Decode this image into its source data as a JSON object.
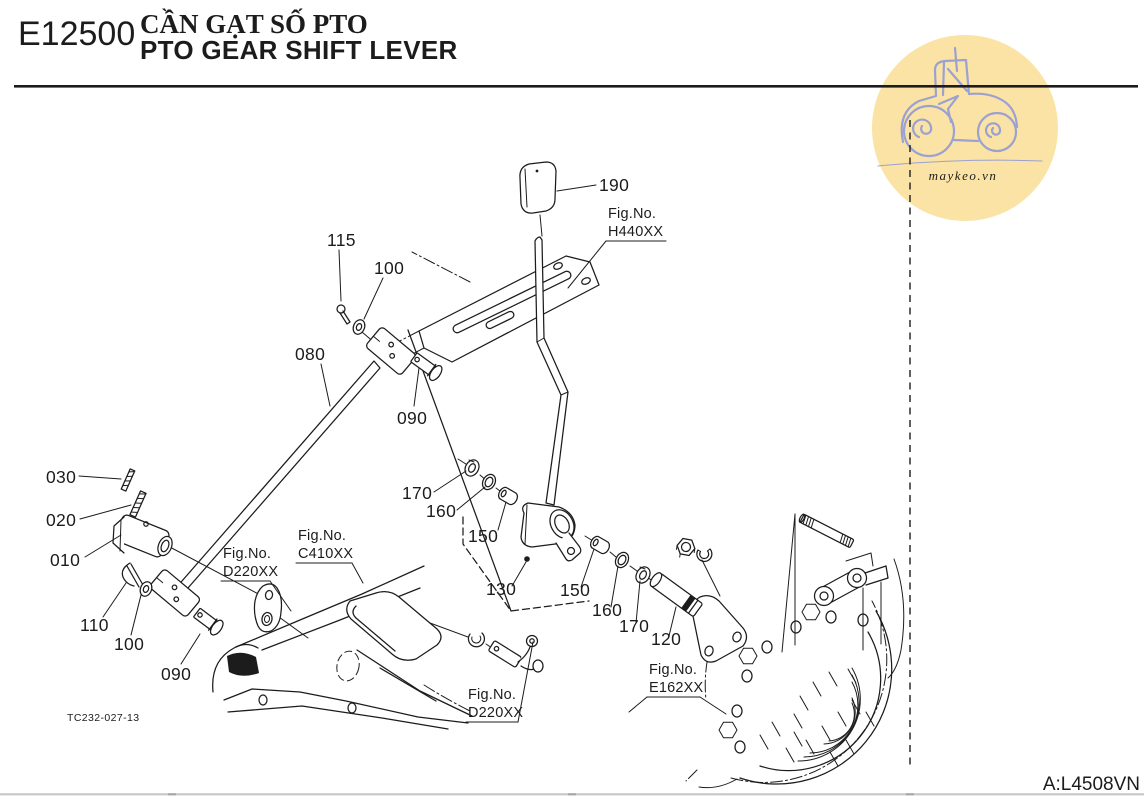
{
  "header": {
    "code": "E12500",
    "title_vi": "CẦN GẠT SỐ PTO",
    "title_en": "PTO GEAR SHIFT LEVER"
  },
  "watermark": {
    "text": "maykeo.vn",
    "circle_color": "#FAE3A4",
    "art_color": "#9BA1D0"
  },
  "diagram": {
    "ink": "#1c1c1c",
    "drawing_no": "TC232-027-13",
    "labels": [
      {
        "text": "190"
      },
      {
        "text": "115"
      },
      {
        "text": "100"
      },
      {
        "text": "080"
      },
      {
        "text": "090"
      },
      {
        "text": "030"
      },
      {
        "text": "020"
      },
      {
        "text": "010"
      },
      {
        "text": "110"
      },
      {
        "text": "100"
      },
      {
        "text": "090"
      },
      {
        "text": "170"
      },
      {
        "text": "160"
      },
      {
        "text": "150"
      },
      {
        "text": "130"
      },
      {
        "text": "150"
      },
      {
        "text": "160"
      },
      {
        "text": "170"
      },
      {
        "text": "120"
      }
    ],
    "fig_refs": [
      {
        "prefix": "Fig.No.",
        "code": "H440XX"
      },
      {
        "prefix": "Fig.No.",
        "code": "C410XX"
      },
      {
        "prefix": "Fig.No.",
        "code": "D220XX"
      },
      {
        "prefix": "Fig.No.",
        "code": "D220XX"
      },
      {
        "prefix": "Fig.No.",
        "code": "E162XX"
      }
    ]
  },
  "footer": {
    "ref": "A:L4508VN"
  }
}
